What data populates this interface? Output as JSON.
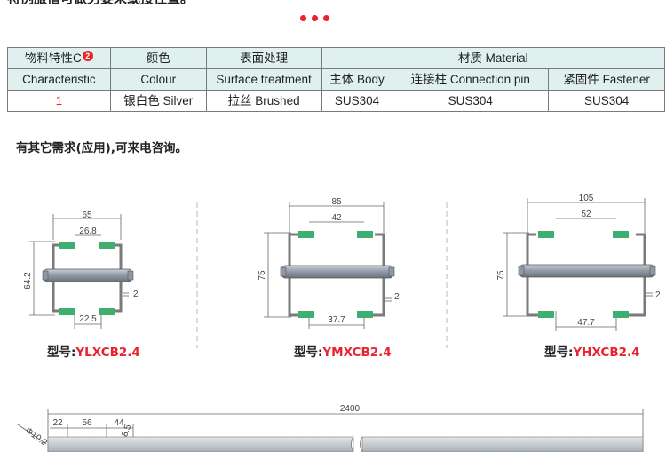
{
  "top_text": "特例服借可做另要采或接往置。",
  "table": {
    "header": {
      "characteristic_cn": "物料特性C",
      "characteristic_badge": "2",
      "characteristic_en": "Characteristic",
      "colour_cn": "颜色",
      "colour_en": "Colour",
      "surface_cn": "表面处理",
      "surface_en": "Surface treatment",
      "material": "材质 Material",
      "body": "主体 Body",
      "pin": "连接柱 Connection pin",
      "fastener": "紧固件 Fastener"
    },
    "row": {
      "characteristic": "1",
      "colour": "银白色 Silver",
      "surface": "拉丝 Brushed",
      "body": "SUS304",
      "pin": "SUS304",
      "fastener": "SUS304"
    }
  },
  "note": "有其它需求(应用),可来电咨询。",
  "models": [
    {
      "prefix": "型号:",
      "code": "YLXCB2.4",
      "dims": {
        "width": "65",
        "inner": "26.8",
        "height": "64.2",
        "gap": "2",
        "foot": "22.5"
      }
    },
    {
      "prefix": "型号:",
      "code": "YMXCB2.4",
      "dims": {
        "width": "85",
        "inner": "42",
        "height": "75",
        "gap": "2",
        "foot": "37.7"
      }
    },
    {
      "prefix": "型号:",
      "code": "YHXCB2.4",
      "dims": {
        "width": "105",
        "inner": "52",
        "height": "75",
        "gap": "2",
        "foot": "47.7"
      }
    }
  ],
  "shaft": {
    "length": "2400",
    "d1": "22",
    "d2": "56",
    "d3": "44",
    "dia": "Φ10.2",
    "dia2": "Φ8.5"
  },
  "colors": {
    "accent": "#e8232d",
    "header_bg": "#dff0ee",
    "spring": "#3fae6e"
  }
}
